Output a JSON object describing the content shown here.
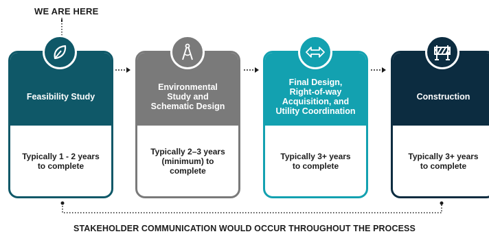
{
  "marker": {
    "label": "WE ARE HERE"
  },
  "stages": [
    {
      "title": "Feasibility Study",
      "duration": "Typically 1 - 2 years\nto complete",
      "color": "#0f5868",
      "icon": "leaf-icon"
    },
    {
      "title": "Environmental\nStudy and\nSchematic Design",
      "duration": "Typically 2–3 years\n(minimum) to complete",
      "color": "#7a7a7a",
      "icon": "compass-icon"
    },
    {
      "title": "Final Design,\nRight-of-way\nAcquisition, and\nUtility Coordination",
      "duration": "Typically 3+ years\nto complete",
      "color": "#13a1b0",
      "icon": "double-arrow-icon"
    },
    {
      "title": "Construction",
      "duration": "Typically 3+ years\nto complete",
      "color": "#0c2c40",
      "icon": "barricade-icon"
    }
  ],
  "footer": {
    "label": "STAKEHOLDER COMMUNICATION WOULD OCCUR THROUGHOUT THE PROCESS"
  }
}
